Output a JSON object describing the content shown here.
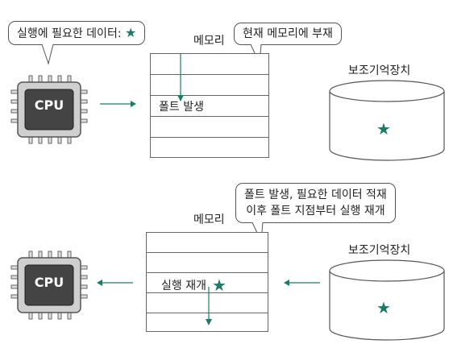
{
  "colors": {
    "accent": "#1e7a66",
    "cpu_body": "#444444",
    "cpu_outer": "#cfcfcf",
    "line": "#666666"
  },
  "top": {
    "cpu_bubble": "실행에 필요한 데이터:",
    "cpu_label": "CPU",
    "memory_title": "메모리",
    "memory_bubble": "현재 메모리에 부재",
    "memory_rows": [
      "",
      "",
      "폴트 발생",
      "",
      ""
    ],
    "storage_title": "보조기억장치",
    "star": "★"
  },
  "bottom": {
    "cpu_label": "CPU",
    "memory_title": "메모리",
    "memory_bubble_line1": "폴트 발생, 필요한 데이터 적재",
    "memory_bubble_line2": "이후 폴트 지점부터 실행 재개",
    "memory_rows": [
      "",
      "",
      "실행 재개",
      "",
      ""
    ],
    "storage_title": "보조기억장치",
    "star": "★"
  }
}
